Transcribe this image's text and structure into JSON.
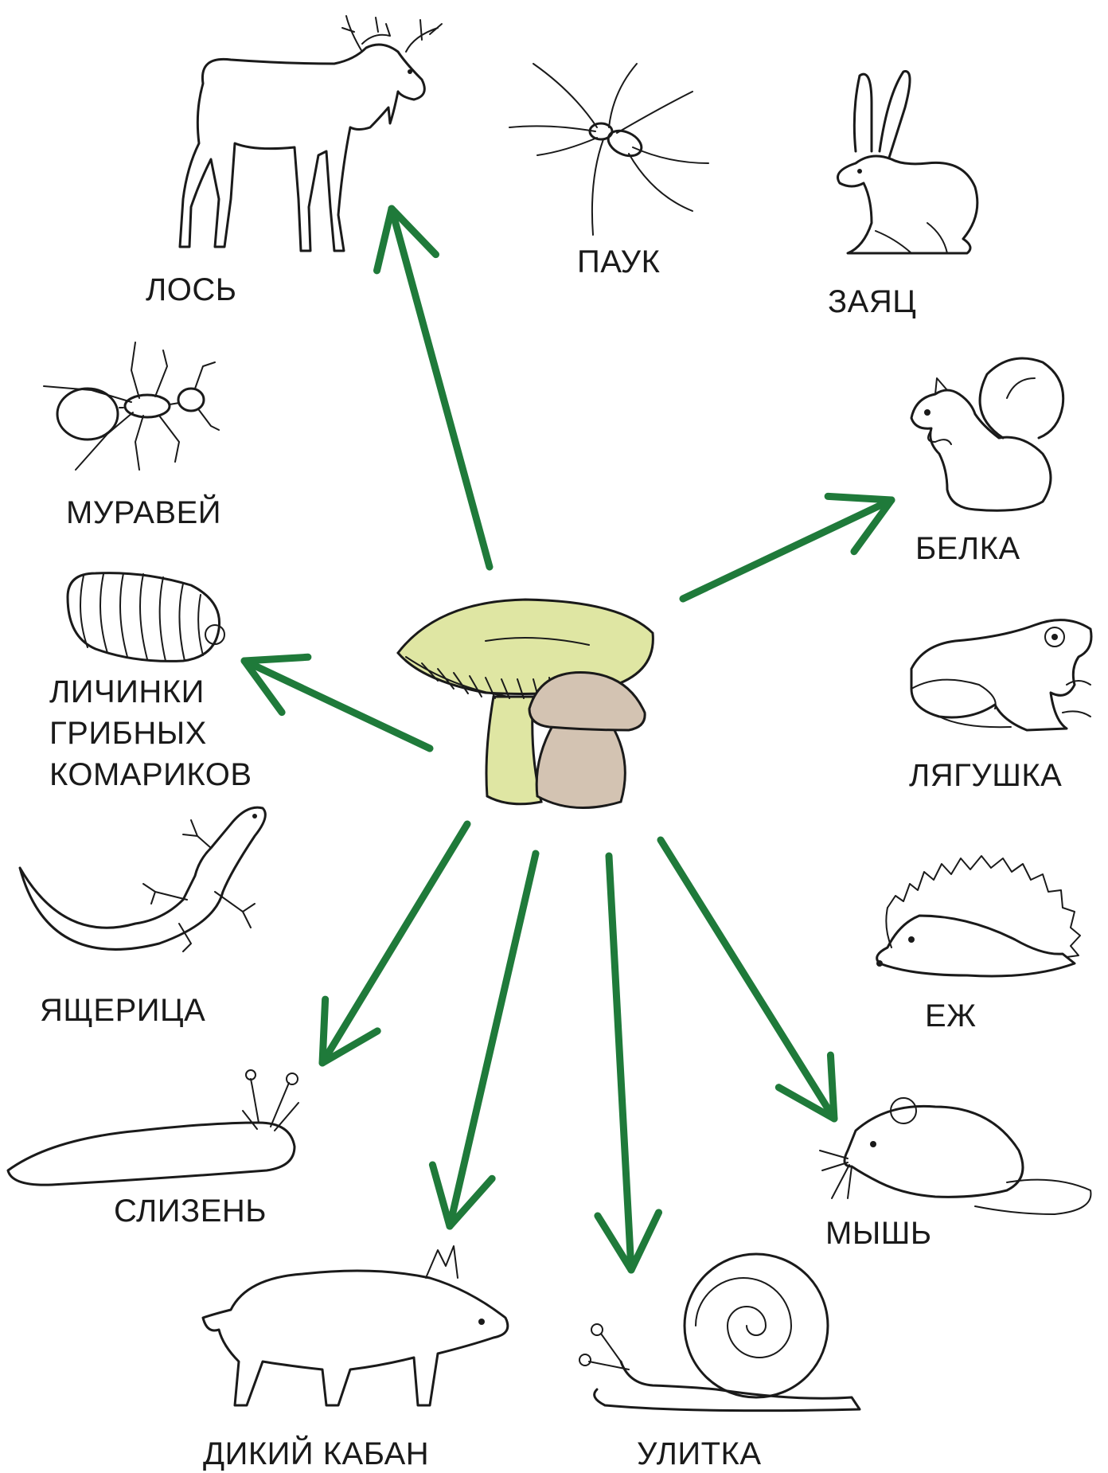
{
  "colors": {
    "arrow": "#1f7a3a",
    "mushroom_cap": "#dfe6a3",
    "porcini": "#d3c3b2",
    "ink": "#1a1a1a"
  },
  "labels": {
    "elk": "ЛОСЬ",
    "spider": "ПАУК",
    "hare": "ЗАЯЦ",
    "ant": "МУРАВЕЙ",
    "squirrel": "БЕЛКА",
    "larvae_line1": "ЛИЧИНКИ",
    "larvae_line2": "ГРИБНЫХ",
    "larvae_line3": "КОМАРИКОВ",
    "frog": "ЛЯГУШКА",
    "lizard": "ЯЩЕРИЦА",
    "hedgehog": "ЕЖ",
    "slug": "СЛИЗЕНЬ",
    "mouse": "МЫШЬ",
    "boar": "ДИКИЙ КАБАН",
    "snail": "УЛИТКА"
  },
  "icons": {
    "center": "mushroom-icon",
    "elk": "elk-icon",
    "spider": "spider-icon",
    "hare": "hare-icon",
    "ant": "ant-icon",
    "squirrel": "squirrel-icon",
    "larvae": "larva-icon",
    "frog": "frog-icon",
    "lizard": "lizard-icon",
    "hedgehog": "hedgehog-icon",
    "slug": "slug-icon",
    "mouse": "mouse-icon",
    "boar": "boar-icon",
    "snail": "snail-icon"
  }
}
